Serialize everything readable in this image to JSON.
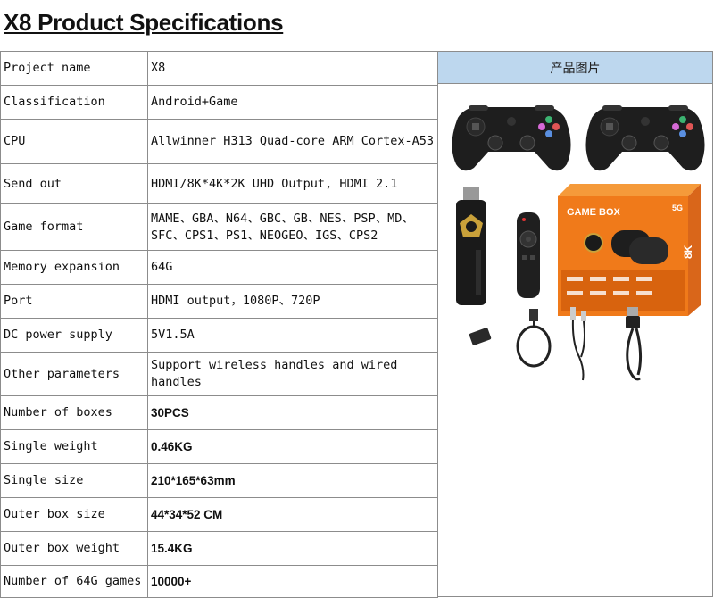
{
  "page": {
    "title": "X8 Product Specifications"
  },
  "image_column": {
    "header": "产品图片"
  },
  "product_image": {
    "box_title": "GAME BOX",
    "box_resolution": "8K",
    "box_chip": "5G"
  },
  "specs": [
    {
      "label": "Project name",
      "value": "X8"
    },
    {
      "label": "Classification",
      "value": "Android+Game"
    },
    {
      "label": "CPU",
      "value": "Allwinner H313 Quad-core ARM Cortex-A53"
    },
    {
      "label": "Send out",
      "value": "HDMI/8K*4K*2K UHD Output, HDMI 2.1"
    },
    {
      "label": "Game format",
      "value": "MAME、GBA、N64、GBC、GB、NES、PSP、MD、SFC、CPS1、PS1、NEOGEO、IGS、CPS2"
    },
    {
      "label": "Memory expansion",
      "value": "64G"
    },
    {
      "label": "Port",
      "value": "HDMI output，1080P、720P"
    },
    {
      "label": "DC power supply",
      "value": "5V1.5A"
    },
    {
      "label": "Other parameters",
      "value": "Support wireless handles and wired handles"
    },
    {
      "label": "Number of boxes",
      "value": "30PCS"
    },
    {
      "label": "Single weight",
      "value": "0.46KG"
    },
    {
      "label": "Single size",
      "value": "210*165*63mm"
    },
    {
      "label": "Outer box size",
      "value": "44*34*52 CM"
    },
    {
      "label": "Outer box weight",
      "value": "15.4KG"
    },
    {
      "label": "Number of 64G games",
      "value": "10000+"
    }
  ],
  "colors": {
    "header_fill": "#bdd7ee",
    "grid_line": "#8c8c8c",
    "box_orange": "#f07a1a"
  },
  "icons": [
    "gamepad-icon",
    "hdmi-stick-icon",
    "remote-control-icon",
    "usb-receiver-icon",
    "cable-icon"
  ]
}
